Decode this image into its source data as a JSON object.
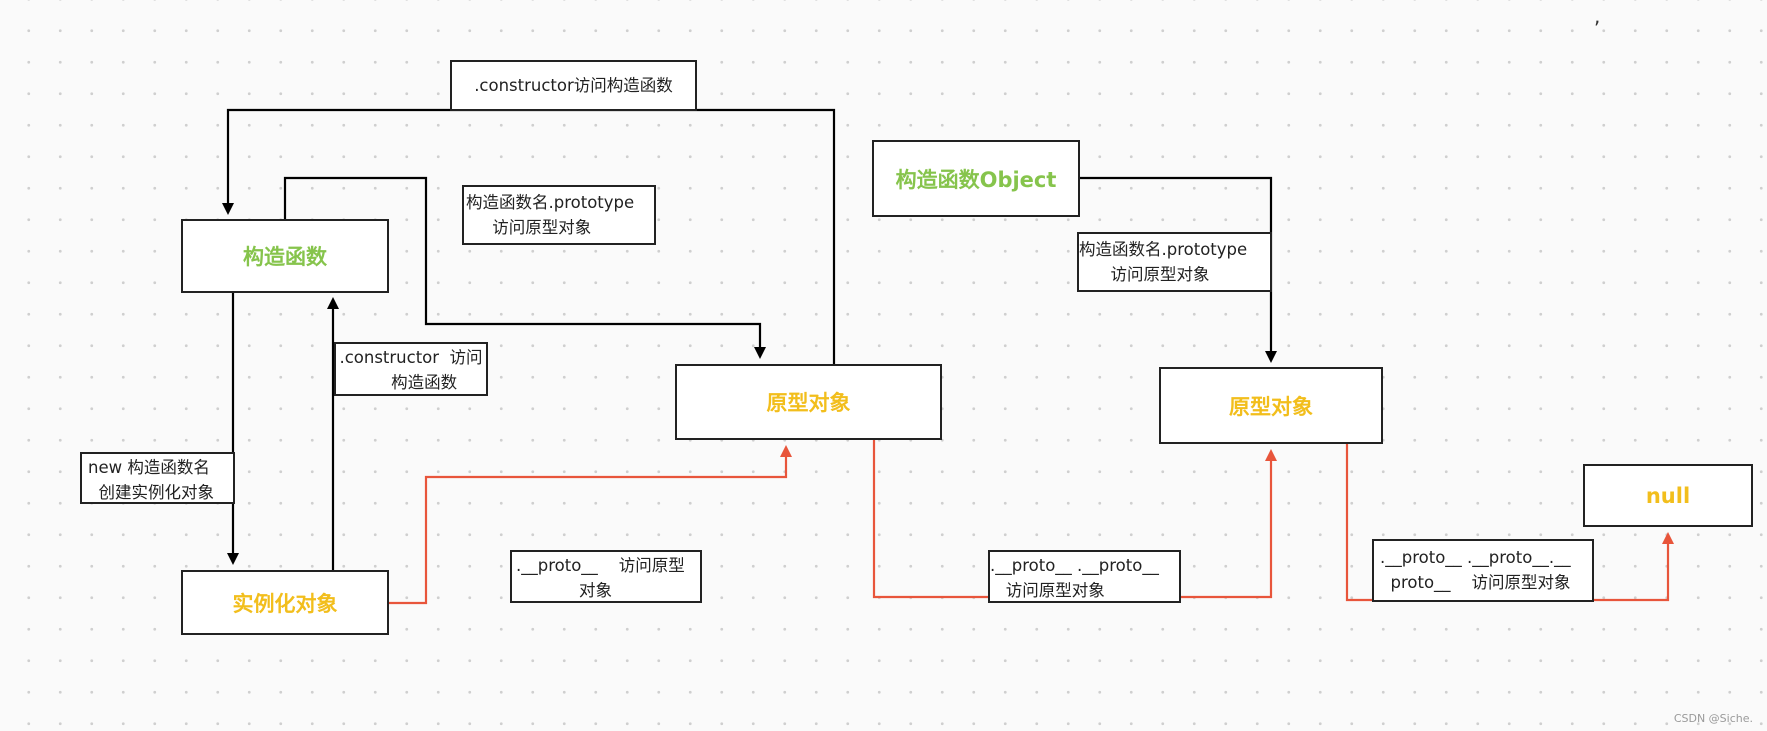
{
  "nodes": {
    "constructor_fn": "构造函数",
    "instance": "实例化对象",
    "prototype_left": "原型对象",
    "constructor_object": "构造函数Object",
    "prototype_right": "原型对象",
    "null_node": "null"
  },
  "labels": {
    "constructor_top": ".constructor访问构造函数",
    "prototype_access_left": "构造函数名.prototype\n     访问原型对象",
    "constructor_access": ".constructor  访问\n     构造函数",
    "new_instance": "new 构造函数名\n  创建实例化对象",
    "proto_access": ".__proto__    访问原型\n            对象",
    "prototype_access_right": "构造函数名.prototype\n      访问原型对象",
    "proto_proto": ".__proto__ .__proto__\n   访问原型对象",
    "proto_proto_proto": ".__proto__ .__proto__.__\n  proto__    访问原型对象"
  },
  "marks": {
    "tick": ","
  },
  "watermark": "CSDN @Siche.",
  "colors": {
    "line": "#000000",
    "accent_line": "#e8553b",
    "green_text": "#86c44c",
    "yellow_text": "#f2be1c"
  }
}
